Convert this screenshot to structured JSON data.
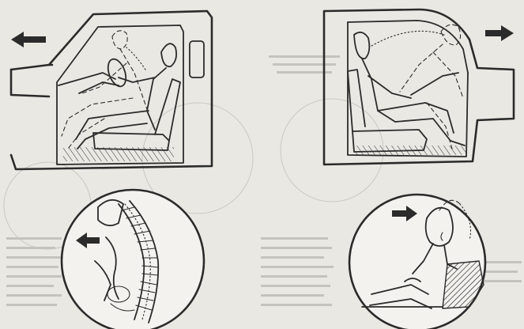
{
  "figure": {
    "panels": [
      {
        "id": "forward-collision-cab",
        "arrow_direction": "left"
      },
      {
        "id": "rear-collision-cab",
        "arrow_direction": "right"
      },
      {
        "id": "spine-inset",
        "arrow_direction": "left"
      },
      {
        "id": "neck-whiplash-inset",
        "arrow_direction": "right"
      }
    ]
  },
  "colors": {
    "ink": "#2b2b2b",
    "paper": "#e9e8e3",
    "bleed_through": "#c9c8c2"
  },
  "icons": {
    "left_arrow": "left-arrow-icon",
    "right_arrow": "right-arrow-icon"
  }
}
